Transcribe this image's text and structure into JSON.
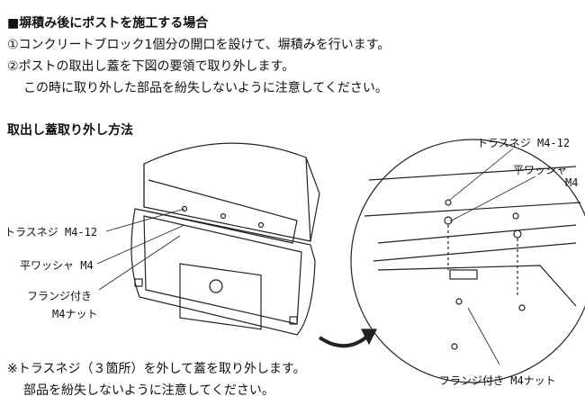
{
  "heading": "■塀積み後にポストを施工する場合",
  "steps": [
    "①コンクリートブロック1個分の開口を設けて、塀積みを行います。",
    "②ポストの取出し蓋を下図の要領で取り外します。",
    "この時に取り外した部品を紛失しないように注意してください。"
  ],
  "subheading": "取出し蓋取り外し方法",
  "left_labels": {
    "screw": "トラスネジ M4-12",
    "washer": "平ワッシャ M4",
    "nut_1": "フランジ付き",
    "nut_2": "M4ナット"
  },
  "right_labels": {
    "screw": "トラスネジ M4-12",
    "washer_1": "平ワッシャ",
    "washer_2": "M4",
    "nut": "フランジ付き M4ナット"
  },
  "note": [
    "※トラスネジ（３箇所）を外して蓋を取り外します。",
    "部品を紛失しないように注意してください。"
  ]
}
